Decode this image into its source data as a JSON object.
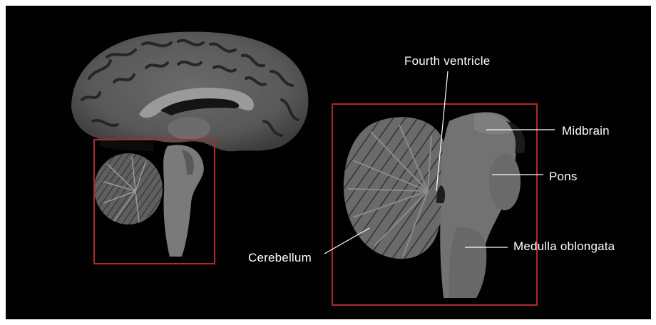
{
  "figure": {
    "background_color": "#000000",
    "page_color": "#ffffff",
    "roi_box_color": "#b02a2a",
    "leader_line_color": "#ffffff",
    "left_panel": {
      "content": "sagittal MRI slice of whole brain",
      "roi_box": "red rectangle around brainstem and cerebellum"
    },
    "right_panel": {
      "content": "magnified view of boxed region",
      "roi_box": "red rectangle framing zoomed region"
    },
    "labels": {
      "fourth_ventricle": "Fourth ventricle",
      "midbrain": "Midbrain",
      "pons": "Pons",
      "medulla": "Medulla oblongata",
      "cerebellum": "Cerebellum"
    }
  }
}
